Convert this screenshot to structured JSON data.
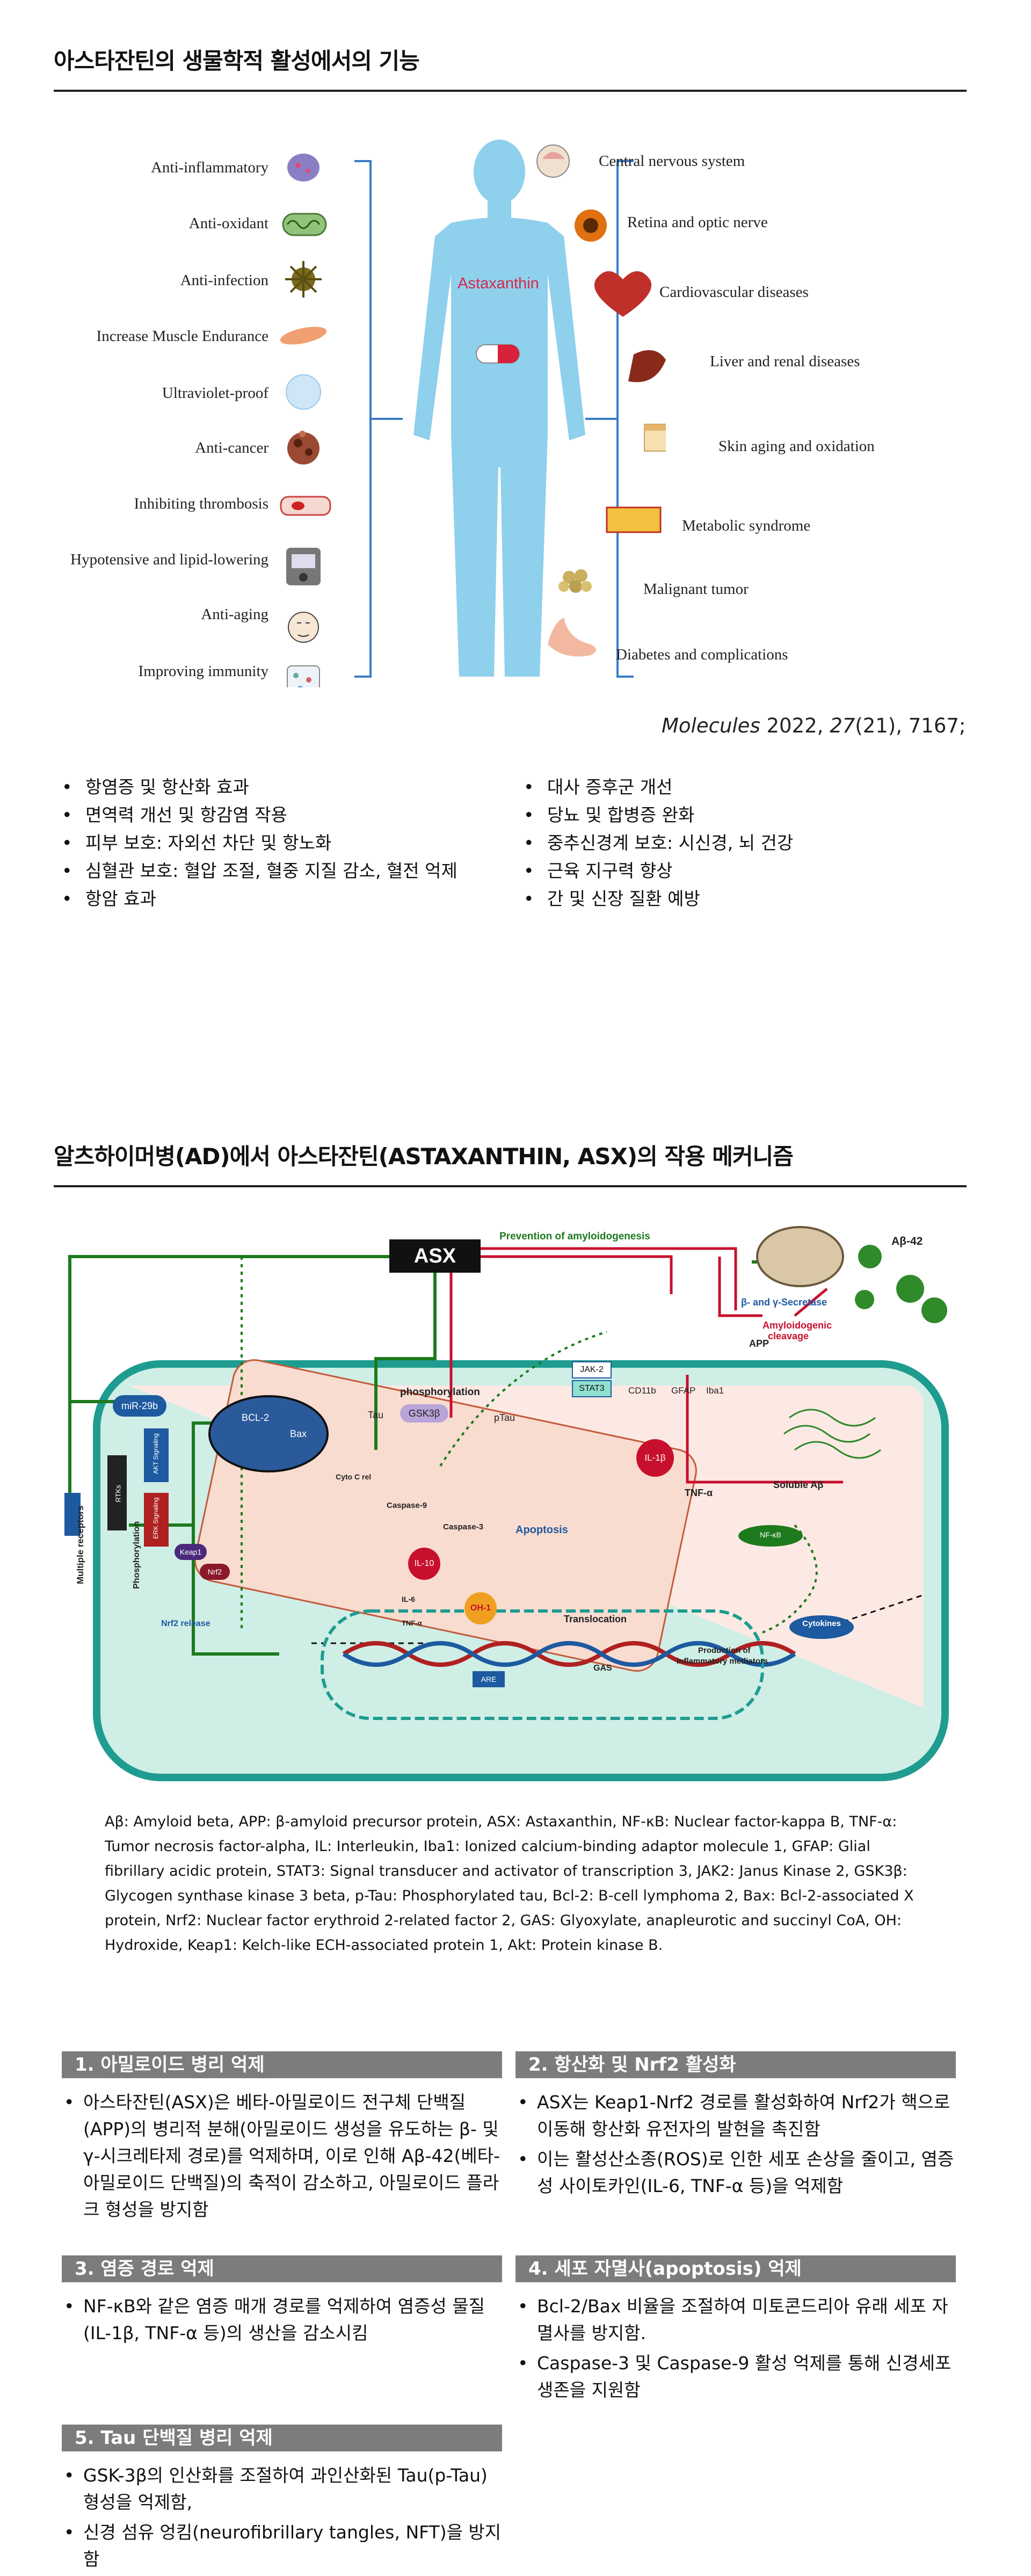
{
  "section1": {
    "title": "아스타잔틴의 생물학적 활성에서의 기능",
    "figure": {
      "center_label": "Astaxanthin",
      "left_labels": [
        "Anti-inflammatory",
        "Anti-oxidant",
        "Anti-infection",
        "Increase Muscle Endurance",
        "Ultraviolet-proof",
        "Anti-cancer",
        "Inhibiting thrombosis",
        "Hypotensive and lipid-lowering",
        "Anti-aging",
        "Improving immunity"
      ],
      "right_labels": [
        "Central nervous system",
        "Retina and optic nerve",
        "Cardiovascular diseases",
        "Liver and renal diseases",
        "Skin aging and oxidation",
        "Metabolic syndrome",
        "Malignant tumor",
        "Diabetes and complications"
      ],
      "citation_journal": "Molecules",
      "citation_year": "2022,",
      "citation_volume": "27",
      "citation_rest": "(21), 7167;"
    },
    "bullets_left": [
      "항염증 및 항산화 효과",
      "면역력 개선 및 항감염 작용",
      "피부 보호: 자외선 차단 및 항노화",
      "심혈관 보호: 혈압 조절, 혈중 지질 감소, 혈전 억제",
      "항암 효과"
    ],
    "bullets_right": [
      "대사 증후군 개선",
      "당뇨 및 합병증 완화",
      "중추신경계 보호: 시신경, 뇌 건강",
      "근육 지구력 향상",
      "간 및 신장 질환 예방"
    ]
  },
  "section2": {
    "title": "알츠하이머병(AD)에서 아스타잔틴(ASTAXANTHIN, ASX)의 작용 메커니즘",
    "diagram": {
      "asx": "ASX",
      "prevention": "Prevention of amyloidogenesis",
      "abeta42": "Aβ-42",
      "secretase": "β- and γ-Secretase",
      "amyloidogenic": "Amyloidogenic",
      "cleavage": "cleavage",
      "app": "APP",
      "mir29b": "miR-29b",
      "bcl2": "BCL-2",
      "bax": "Bax",
      "tau": "Tau",
      "phosphorylation": "phosphorylation",
      "gsk3b": "GSK3β",
      "ptau": "pTau",
      "jak2": "JAK-2",
      "stat3": "STAT3",
      "cd11b": "CD11b",
      "gfap": "GFAP",
      "iba1": "Iba1",
      "il1b": "IL-1β",
      "tnfa": "TNF-α",
      "soluble_ab": "Soluble Aβ",
      "nfkb": "NF-κB",
      "cytoc": "Cyto C rel",
      "caspase9": "Caspase-9",
      "caspase3": "Caspase-3",
      "apoptosis": "Apoptosis",
      "multiple_receptors": "Multiple receptors",
      "rtks": "RTKs",
      "phosphorylation_v": "Phosphorylation",
      "akt": "AKT Signaling",
      "erk": "ERK Signaling",
      "keap1": "Keap1",
      "nrf2": "Nrf2",
      "nrf2_release": "Nrf2 release",
      "il10": "IL-10",
      "il6": "IL-6",
      "tnf": "TNF-α",
      "oh1": "OH-1",
      "translocation": "Translocation",
      "are": "ARE",
      "gas": "GAS",
      "cytokines": "Cytokines",
      "production": "Production of",
      "inflammatory": "inflammatory mediators"
    },
    "glossary": "Aβ: Amyloid beta, APP: β-amyloid precursor protein, ASX: Astaxanthin, NF-κB: Nuclear factor-kappa B, TNF-α: Tumor necrosis factor-alpha, IL: Interleukin, Iba1: Ionized calcium-binding adaptor molecule 1, GFAP: Glial fibrillary acidic protein, STAT3: Signal transducer and activator of transcription 3, JAK2: Janus Kinase 2, GSK3β: Glycogen synthase kinase 3 beta, p-Tau: Phosphorylated tau, Bcl-2: B-cell lymphoma 2, Bax: Bcl-2-associated X protein, Nrf2: Nuclear factor erythroid 2-related factor 2, GAS: Glyoxylate, anapleurotic and succinyl CoA, OH: Hydroxide, Keap1: Kelch-like ECH-associated protein 1, Akt: Protein kinase B.",
    "boxes": [
      {
        "title": "1. 아밀로이드 병리 억제",
        "items": [
          "아스타잔틴(ASX)은 베타-아밀로이드 전구체 단백질 (APP)의 병리적 분해(아밀로이드 생성을 유도하는 β- 및 γ-시크레타제 경로)를 억제하며, 이로 인해 Aβ-42(베타-아밀로이드 단백질)의 축적이 감소하고, 아밀로이드 플라크 형성을 방지함"
        ]
      },
      {
        "title": "2. 항산화 및 Nrf2 활성화",
        "items": [
          "ASX는 Keap1-Nrf2 경로를 활성화하여 Nrf2가 핵으로 이동해 항산화 유전자의 발현을 촉진함",
          "이는 활성산소종(ROS)로 인한 세포 손상을 줄이고, 염증성 사이토카인(IL-6, TNF-α 등)을 억제함"
        ]
      },
      {
        "title": "3. 염증 경로 억제",
        "items": [
          "NF-κB와 같은 염증 매개 경로를 억제하여 염증성 물질(IL-1β, TNF-α 등)의 생산을 감소시킴"
        ]
      },
      {
        "title": "4. 세포 자멸사(apoptosis) 억제",
        "items": [
          "Bcl-2/Bax 비율을 조절하여 미토콘드리아 유래 세포 자멸사를 방지함.",
          "Caspase-3 및 Caspase-9 활성 억제를 통해 신경세포 생존을 지원함"
        ]
      },
      {
        "title": "5. Tau 단백질 병리 억제",
        "items": [
          "GSK-3β의 인산화를 조절하여 과인산화된 Tau(p-Tau) 형성을 억제함,",
          "신경 섬유 엉킴(neurofibrillary tangles, NFT)을 방지함"
        ]
      }
    ]
  },
  "colors": {
    "teal": "#1e9c8f",
    "green": "#1d7a1d",
    "red": "#c8102e",
    "body_blue": "#8fd0ec",
    "header_gray": "#7c7c7c"
  }
}
